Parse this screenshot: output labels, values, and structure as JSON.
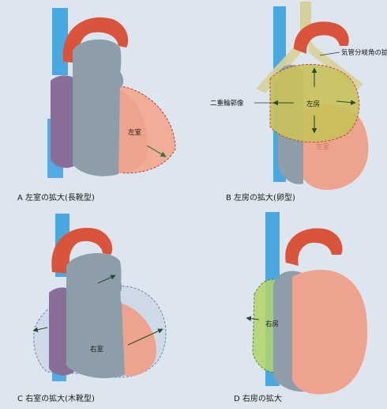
{
  "panels": [
    {
      "caption": "A 左室の拡大(長靴型)",
      "label": "左室"
    },
    {
      "caption": "B 左房の拡大(卵型)",
      "label": "左房",
      "callouts": [
        "気管分岐角の拡大",
        "二重輪郭像"
      ],
      "faint_label": "左室"
    },
    {
      "caption": "C 右室の拡大(木靴型)",
      "label": "右室"
    },
    {
      "caption": "D 右房の拡大",
      "label": "右房"
    }
  ],
  "colors": {
    "background": "#dde6ee",
    "vessel_blue": "#4aa8e0",
    "aorta_red": "#d9543a",
    "ventricle_gray": "#8d9eaa",
    "left_ventricle_pink": "#eea38e",
    "atrium_purple": "#8a6e9a",
    "enlarged_atrium_yellow": "#c9c25a",
    "trachea_tan": "#d8d09a",
    "arrow_green": "#2f7a35"
  }
}
